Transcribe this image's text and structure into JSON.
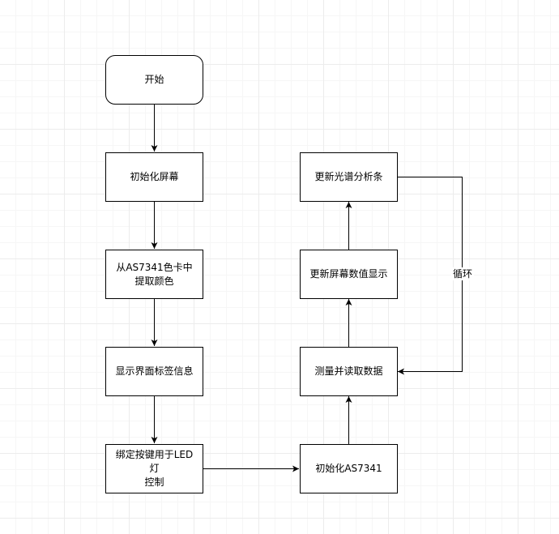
{
  "nodes": {
    "start": "开始",
    "init_screen": "初始化屏幕",
    "extract_color": "从AS7341色卡中\n提取颜色",
    "show_labels": "显示界面标签信息",
    "bind_keys": "绑定按键用于LED灯\n控制",
    "init_sensor": "初始化AS7341",
    "measure": "测量并读取数据",
    "update_values": "更新屏幕数值显示",
    "update_bars": "更新光谱分析条"
  },
  "edges": {
    "loop_label": "循环"
  },
  "colors": {
    "stroke": "#000000",
    "fill": "#ffffff",
    "grid": "#ececec"
  }
}
